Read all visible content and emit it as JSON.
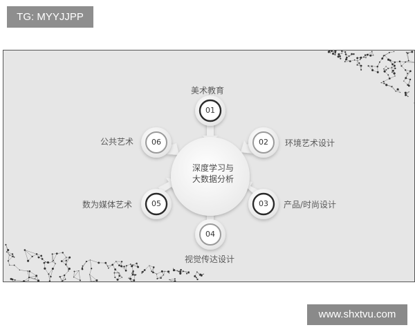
{
  "watermarks": {
    "top": "TG: MYYJJPP",
    "bottom": "www.shxtvu.com"
  },
  "diagram": {
    "center": {
      "line1": "深度学习与",
      "line2": "大数据分析"
    },
    "nodes": [
      {
        "number": "01",
        "label": "美术教育"
      },
      {
        "number": "02",
        "label": "环境艺术设计"
      },
      {
        "number": "03",
        "label": "产品/时尚设计"
      },
      {
        "number": "04",
        "label": "视觉传达设计"
      },
      {
        "number": "05",
        "label": "数为媒体艺术"
      },
      {
        "number": "06",
        "label": "公共艺术"
      }
    ]
  }
}
